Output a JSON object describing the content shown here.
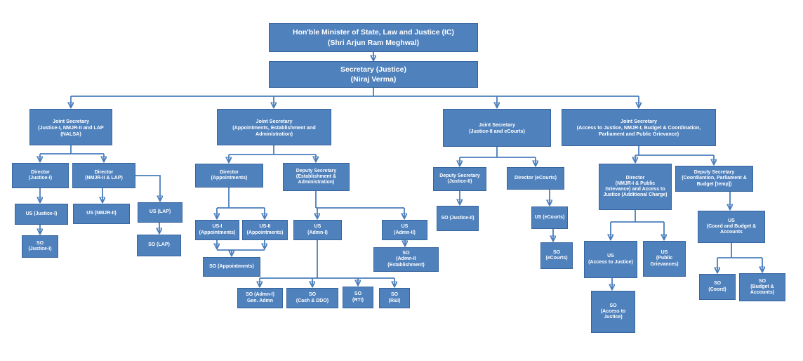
{
  "colors": {
    "node_fill": "#4f81bd",
    "node_border": "#38659e",
    "connector": "#4a7ebb",
    "node_text": "#ffffff",
    "background": "#ffffff"
  },
  "org_chart": {
    "nodes": {
      "minister": {
        "label": "Hon'ble Minister of State, Law and Justice (IC)\n(Shri Arjun Ram Meghwal)"
      },
      "secretary": {
        "label": "Secretary (Justice)\n(Niraj Verma)"
      },
      "js1": {
        "label": "Joint Secretary\n(Justice-I, NMJR-II and LAP\n(NALSA)"
      },
      "js2": {
        "label": "Joint Secretary\n(Appointments, Establishment and\nAdministration)"
      },
      "js3": {
        "label": "Joint Secretary\n(Justice-II and eCourts)"
      },
      "js4": {
        "label": "Joint Secretary\n(Access to Justice, NMJR-I, Budget & Coordination,\nParliament and Public Grievance)"
      },
      "dir_j1": {
        "label": "Director\n(Justice-I)"
      },
      "dir_nmjr2": {
        "label": "Director\n(NMJR-II & LAP)"
      },
      "dir_app": {
        "label": "Director\n(Appointments)"
      },
      "ds_est": {
        "label": "Deputy  Secretary\n(Establishment &\nAdministration)"
      },
      "ds_j2": {
        "label": "Deputy  Secretary\n(Justice-II)"
      },
      "dir_ec": {
        "label": "Director (eCourts)"
      },
      "dir_nmjr1": {
        "label": "Director\n(NMJR-I & Public\nGrievance) and Access to\nJustice (Additional Charge)"
      },
      "ds_coord": {
        "label": "Deputy Secretary\n(Coordiantion, Parliament  &\nBudget [temp])"
      },
      "us_j1": {
        "label": "US (Justice-I)"
      },
      "us_nmjr2": {
        "label": "US (NMJR-II)"
      },
      "us_lap": {
        "label": "US (LAP)"
      },
      "us1_app": {
        "label": "US-I\n(Appointments)"
      },
      "us2_app": {
        "label": "US-II\n(Appointments)"
      },
      "us_admn1": {
        "label": "US\n(Admn-I)"
      },
      "us_admn2": {
        "label": "US\n(Admn-II)"
      },
      "so_j2": {
        "label": "SO (Justice-II)"
      },
      "us_ec": {
        "label": "US (eCourts)"
      },
      "us_atj": {
        "label": "US\n(Access to Justice)"
      },
      "us_pg": {
        "label": "US\n(Public\nGrievances)"
      },
      "us_cb": {
        "label": "US\n(Coord and Budget &\nAccounts"
      },
      "so_j1": {
        "label": "SO\n(Justice-I)"
      },
      "so_lap": {
        "label": "SO (LAP)"
      },
      "so_app": {
        "label": "SO (Appointments)"
      },
      "so_admn2": {
        "label": "SO\n(Admn-II\n(Establishment)"
      },
      "so_admn1": {
        "label": "SO (Admn-I)\nGen. Admn"
      },
      "so_cash": {
        "label": "SO\n(Cash & DDO)"
      },
      "so_rti": {
        "label": "SO\n(RTI)"
      },
      "so_ri": {
        "label": "SO\n(R&I)"
      },
      "so_ec": {
        "label": "SO\n(eCourts)"
      },
      "so_atj": {
        "label": "SO\n(Access to\nJustice)"
      },
      "so_coord": {
        "label": "SO\n(Coord)"
      },
      "so_ba": {
        "label": "SO\n(Budget &\nAccounts)"
      }
    }
  }
}
